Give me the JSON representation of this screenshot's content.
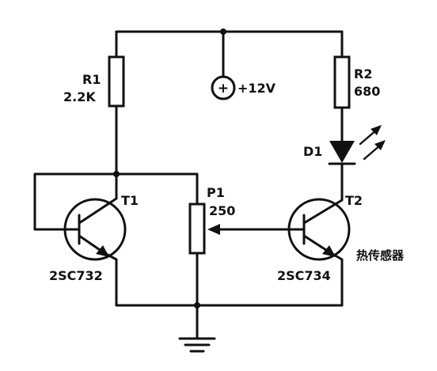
{
  "r1": {
    "name": "R1",
    "value": "2.2K"
  },
  "r2": {
    "name": "R2",
    "value": "680"
  },
  "supply": {
    "symbol": "+",
    "label": "+12V"
  },
  "d1": {
    "name": "D1"
  },
  "p1": {
    "name": "P1",
    "value": "250"
  },
  "t1": {
    "name": "T1",
    "part": "2SC732"
  },
  "t2": {
    "name": "T2",
    "part": "2SC734"
  },
  "sensor": {
    "label": "热传感器"
  }
}
